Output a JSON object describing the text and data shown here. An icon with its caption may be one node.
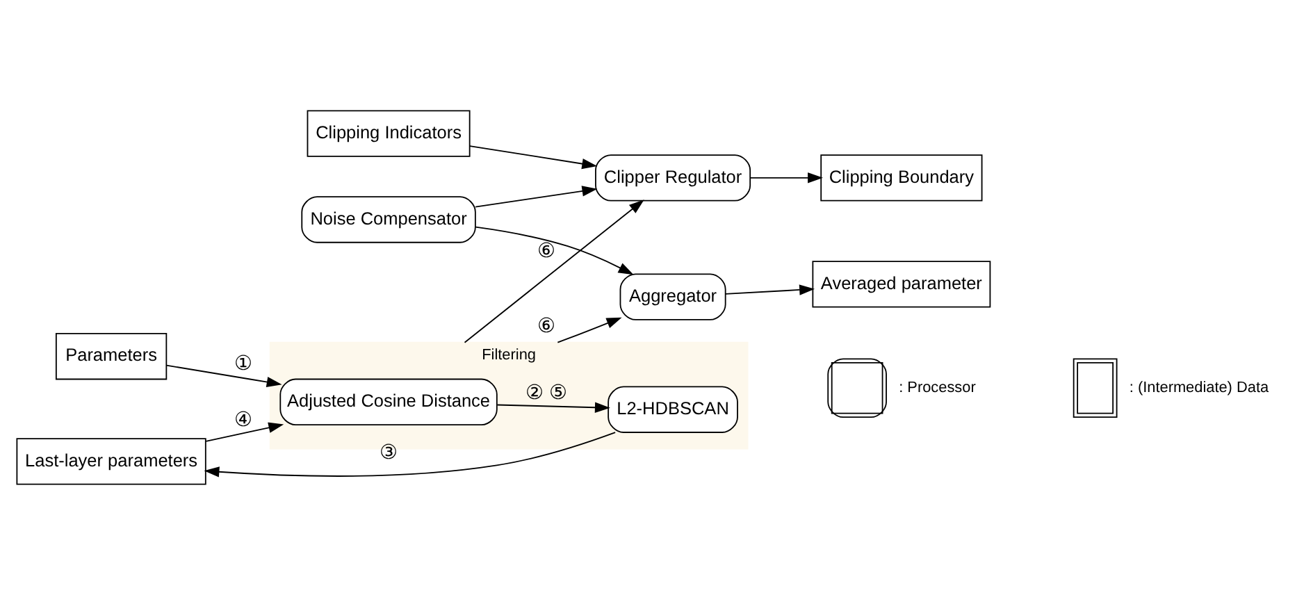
{
  "diagram": {
    "nodes": [
      {
        "text": [
          "Clipping Indicators"
        ]
      },
      {
        "text": [
          "Clipper Regulator"
        ]
      },
      {
        "text": [
          "Clipping Boundary"
        ]
      },
      {
        "text": [
          "Noise Compensator"
        ]
      },
      {
        "text": [
          "Filtering"
        ]
      },
      {
        "text": [
          "Adjusted Cosine Distance"
        ],
        "in": 4
      },
      {
        "text": [
          "L2-HDBSCAN"
        ],
        "in": 4
      },
      {
        "text": [
          "Parameters"
        ]
      },
      {
        "text": [
          "Last-layer parameters"
        ]
      },
      {
        "text": [
          "Aggregator"
        ]
      },
      {
        "text": [
          "Averaged parameter"
        ]
      }
    ],
    "edges": [
      {
        "from": 0,
        "to": 1,
        "arrow": "to"
      },
      {
        "from": 4,
        "to": 1,
        "arrow": "to",
        "label": "⑥"
      },
      {
        "from": 1,
        "to": 2,
        "arrow": "to"
      },
      {
        "from": 3,
        "to": 1,
        "arrow": "to"
      },
      {
        "from": 3,
        "to": 9,
        "arrow": "to"
      },
      {
        "from": 7,
        "to": 5,
        "arrow": "to",
        "label": "①"
      },
      {
        "from": 8,
        "to": 5,
        "arrow": "to",
        "label": "④"
      },
      {
        "from": 5,
        "to": 6,
        "arrow": "to",
        "label": "② ⑤"
      },
      {
        "from": 6,
        "to": 8,
        "arrow": "to",
        "label": "③"
      },
      {
        "from": 4,
        "to": 9,
        "arrow": "to",
        "label": "⑥"
      },
      {
        "from": 9,
        "to": 10,
        "arrow": "to"
      }
    ],
    "legend": [
      {
        "text": ": Processor"
      },
      {
        "text": ": (Intermediate) Data"
      }
    ]
  }
}
